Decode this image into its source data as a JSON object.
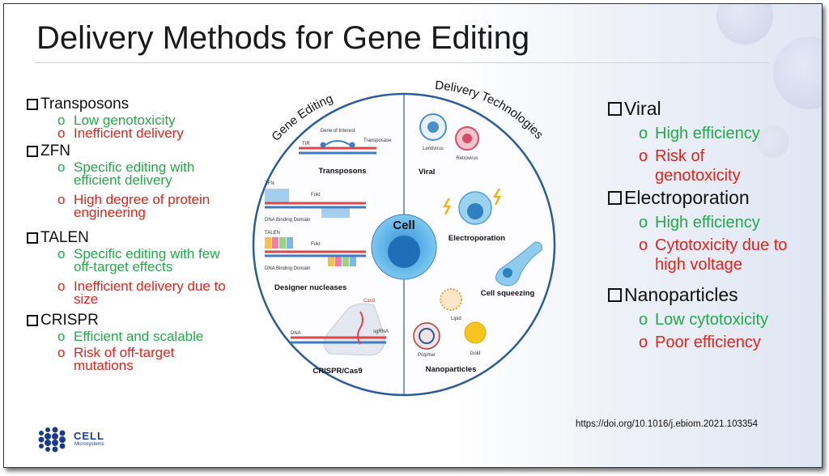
{
  "title": "Delivery Methods for Gene Editing",
  "left_methods": [
    {
      "name": "Transposons",
      "pros": [
        "Low genotoxicity"
      ],
      "cons": [
        "Inefficient delivery"
      ]
    },
    {
      "name": "ZFN",
      "pros": [
        "Specific editing with efficient delivery"
      ],
      "cons": [
        "High degree of protein engineering"
      ]
    },
    {
      "name": "TALEN",
      "pros": [
        "Specific editing with few off-target effects"
      ],
      "cons": [
        "Inefficient delivery due to size"
      ]
    },
    {
      "name": "CRISPR",
      "pros": [
        "Efficient and scalable"
      ],
      "cons": [
        "Risk of off-target mutations"
      ]
    }
  ],
  "right_methods": [
    {
      "name": "Viral",
      "pros": [
        "High efficiency"
      ],
      "cons": [
        "Risk of genotoxicity"
      ]
    },
    {
      "name": "Electroporation",
      "pros": [
        "High efficiency"
      ],
      "cons": [
        "Cytotoxicity due to high voltage"
      ]
    },
    {
      "name": "Nanoparticles",
      "pros": [
        "Low cytotoxicity"
      ],
      "cons": [
        "Poor efficiency"
      ]
    }
  ],
  "diagram": {
    "arc_left": "Gene Editing",
    "arc_right": "Delivery Technologies",
    "center": "Cell",
    "transposons": {
      "label": "Transposons",
      "gene": "Gene of Interest",
      "tir": "TIR",
      "transposase": "Transposase"
    },
    "designer": {
      "label": "Designer nucleases",
      "zfn": "ZFN",
      "fokl": "FokI",
      "fokl2": "FokI",
      "dbd": "DNA Binding Domain",
      "dbd2": "DNA Binding Domain",
      "talen": "TALEN"
    },
    "crispr": {
      "label": "CRISPR/Cas9",
      "dna": "DNA",
      "cas9": "Cas9",
      "sgrna": "sgRNA"
    },
    "viral": {
      "label": "Viral",
      "lenti": "Lentivirus",
      "retro": "Retrovirus"
    },
    "electro": {
      "label": "Electroporation"
    },
    "squeeze": {
      "label": "Cell squeezing"
    },
    "nano": {
      "label": "Nanoparticles",
      "lipid": "Lipid",
      "polymer": "Polymer",
      "gold": "Gold"
    }
  },
  "doi": "https://doi.org/10.1016/j.ebiom.2021.103354",
  "logo": {
    "line1": "CELL",
    "line2": "Microsystems"
  },
  "colors": {
    "pro": "#23a84a",
    "con": "#e0241b",
    "ring": "#2b5c9a"
  }
}
